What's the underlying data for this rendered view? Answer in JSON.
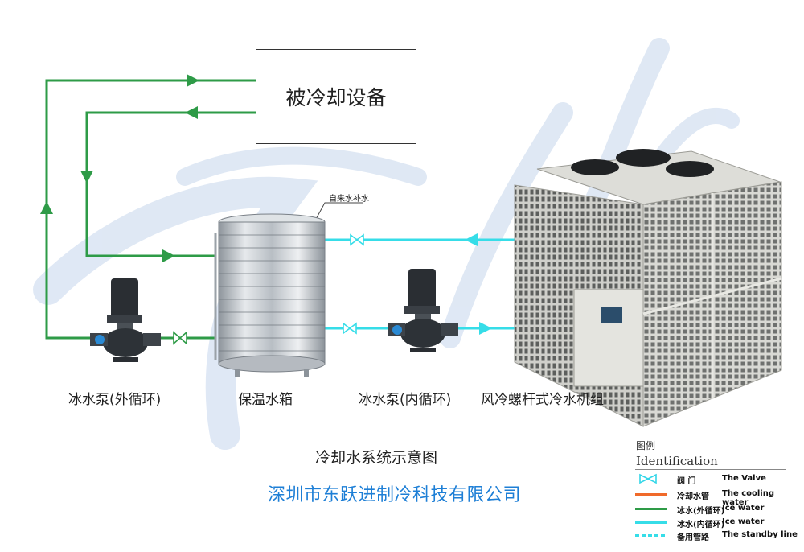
{
  "equipment": {
    "label": "被冷却设备"
  },
  "components": {
    "pump_outer": "冰水泵(外循环)",
    "tank": "保温水箱",
    "pump_inner": "冰水泵(内循环)",
    "chiller": "风冷螺杆式冷水机组",
    "water_supply": "自来水补水"
  },
  "diagram_title": "冷却水系统示意图",
  "company": "深圳市东跃进制冷科技有限公司",
  "legend": {
    "title": "图例",
    "subtitle": "Identification",
    "items": [
      {
        "cn": "阀    门",
        "en": "The Valve",
        "kind": "valve",
        "color": "#33d6e8"
      },
      {
        "cn": "冷却水管",
        "en": "The cooling water",
        "kind": "line",
        "color": "#f06a2a"
      },
      {
        "cn": "冰水(外循环)",
        "en": "Ice water",
        "kind": "line",
        "color": "#2e9b47"
      },
      {
        "cn": "冰水(内循环)",
        "en": "Ice water",
        "kind": "line",
        "color": "#36dde8"
      },
      {
        "cn": "备用管路",
        "en": "The standby line",
        "kind": "dashed",
        "color": "#36dde8"
      }
    ]
  },
  "colors": {
    "outer": "#2e9b47",
    "inner": "#36dde8",
    "accent": "#1e7fd6"
  }
}
